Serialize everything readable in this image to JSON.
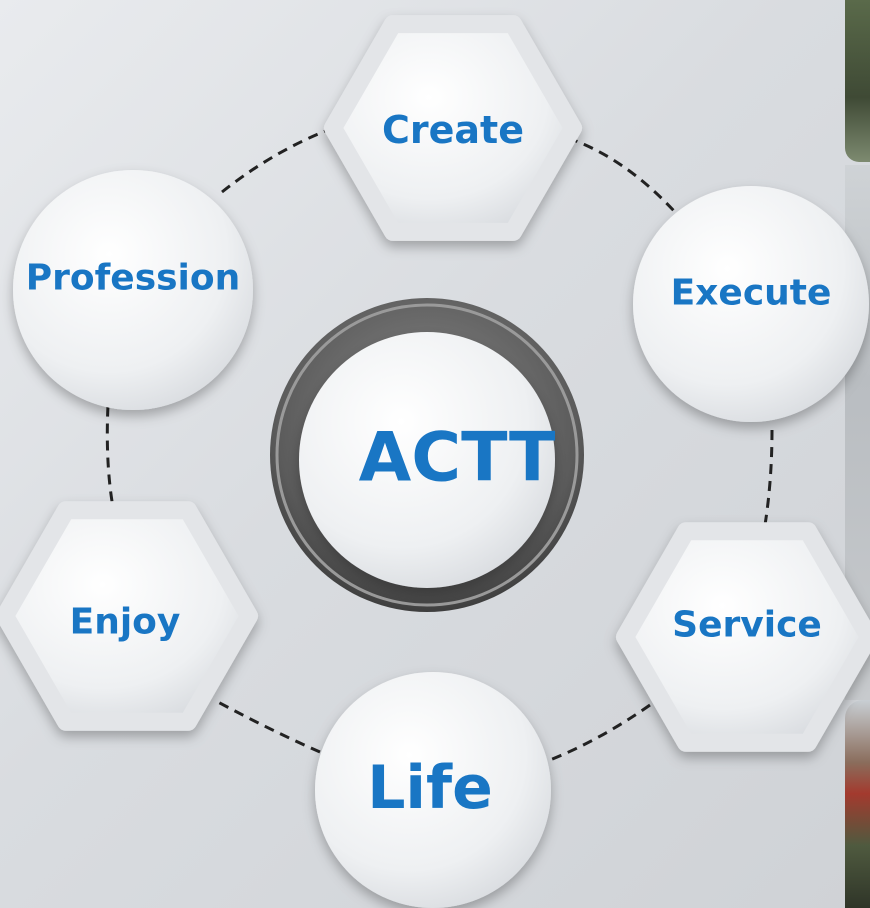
{
  "diagram": {
    "center": {
      "label": "ACTT"
    },
    "nodes": [
      {
        "id": "create",
        "label": "Create",
        "shape": "hexagon"
      },
      {
        "id": "execute",
        "label": "Execute",
        "shape": "circle"
      },
      {
        "id": "service",
        "label": "Service",
        "shape": "hexagon"
      },
      {
        "id": "life",
        "label": "Life",
        "shape": "circle"
      },
      {
        "id": "enjoy",
        "label": "Enjoy",
        "shape": "hexagon"
      },
      {
        "id": "profession",
        "label": "Profession",
        "shape": "circle"
      }
    ],
    "connector": "dashed",
    "colors": {
      "label": "#1976c4",
      "ring": "#5f5f5f",
      "node_fill": "#f3f4f6"
    }
  }
}
